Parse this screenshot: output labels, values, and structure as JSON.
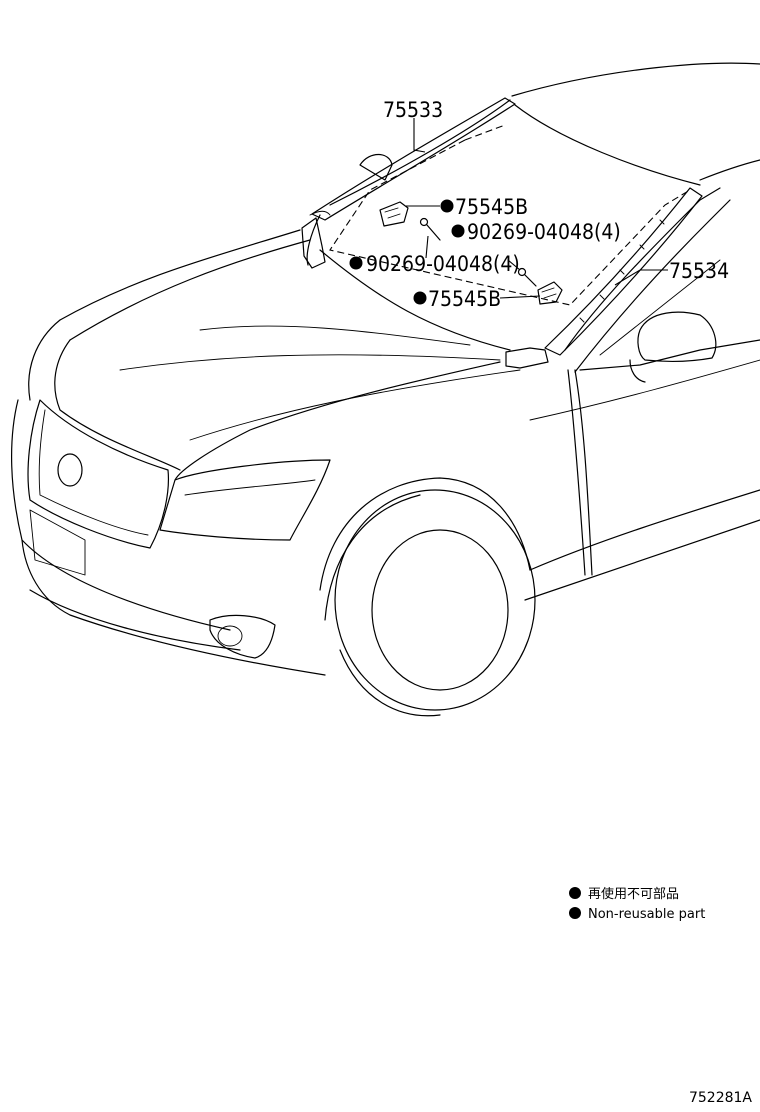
{
  "parts": [
    {
      "label": "75533",
      "non_reusable": false
    },
    {
      "label": "75545B",
      "non_reusable": true
    },
    {
      "label": "90269-04048(4)",
      "non_reusable": true
    },
    {
      "label": "90269-04048(4)",
      "non_reusable": true
    },
    {
      "label": "75534",
      "non_reusable": false
    },
    {
      "label": "75545B",
      "non_reusable": true
    }
  ],
  "legend": {
    "japanese": "再使用不可部品",
    "english": "Non-reusable part"
  },
  "diagram_code": "752281A"
}
